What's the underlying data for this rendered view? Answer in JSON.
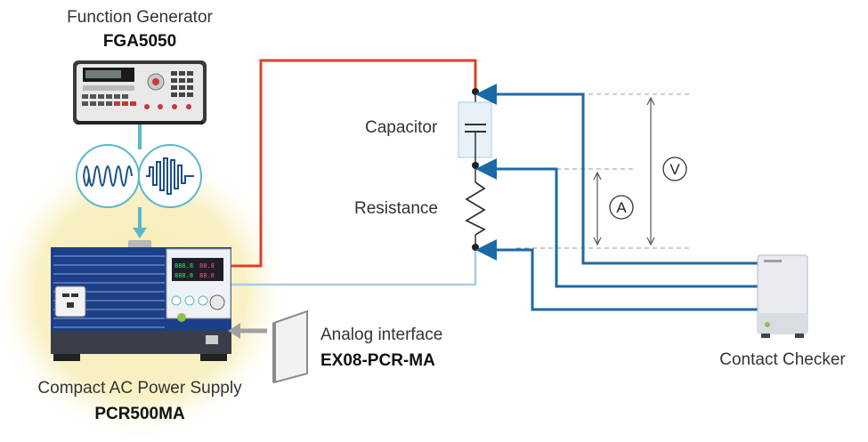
{
  "function_generator": {
    "title": "Function Generator",
    "model": "FGA5050"
  },
  "power_supply": {
    "title": "Compact AC Power Supply",
    "model": "PCR500MA"
  },
  "analog_interface": {
    "title": "Analog interface",
    "model": "EX08-PCR-MA"
  },
  "capacitor": {
    "label": "Capacitor"
  },
  "resistance": {
    "label": "Resistance"
  },
  "contact_checker": {
    "label": "Contact Checker"
  },
  "voltage_meter": {
    "symbol": "V"
  },
  "ammeter": {
    "symbol": "A"
  },
  "colors": {
    "positive_wire": "#d9412c",
    "return_wire": "#a9cde6",
    "sense_wire": "#1b6aa5",
    "signal_arrow": "#5cb8cc",
    "glow": "#f8efb4",
    "psu_blue": "#1c3f88"
  }
}
